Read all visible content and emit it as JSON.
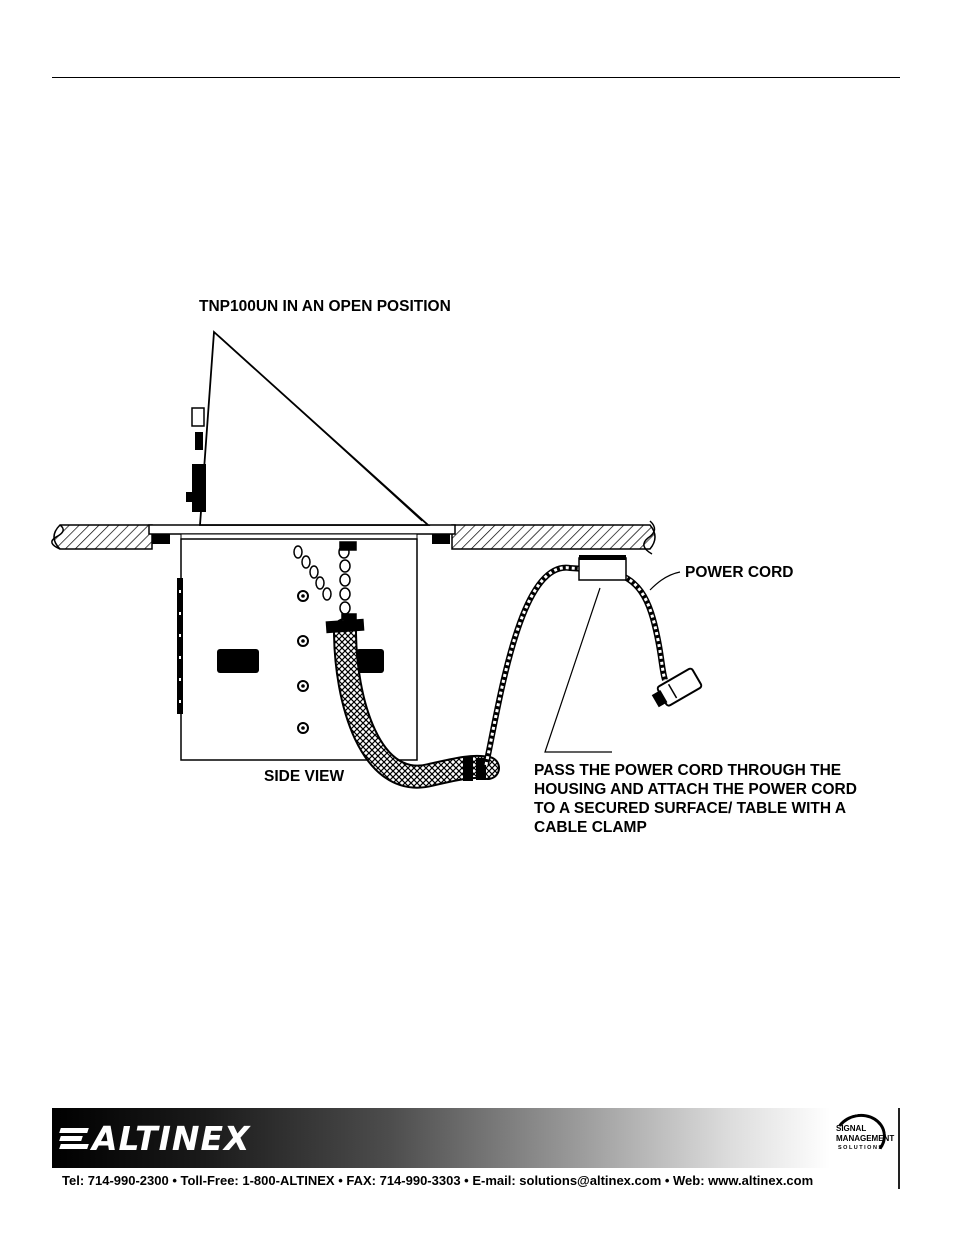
{
  "labels": {
    "title": "TNP100UN IN AN OPEN POSITION",
    "side_view": "SIDE VIEW",
    "power_cord": "POWER CORD",
    "instruction": [
      "PASS THE POWER CORD THROUGH THE",
      "HOUSING AND ATTACH THE POWER CORD",
      "TO A SECURED SURFACE/ TABLE WITH A",
      "CABLE CLAMP"
    ]
  },
  "footer": {
    "logo": "ALTINEX",
    "badge": [
      "SIGNAL",
      "MANAGEMENT",
      "SOLUTIONS"
    ],
    "contact": "Tel: 714-990-2300 • Toll-Free: 1-800-ALTINEX • FAX: 714-990-3303 • E-mail: solutions@altinex.com • Web: www.altinex.com"
  }
}
